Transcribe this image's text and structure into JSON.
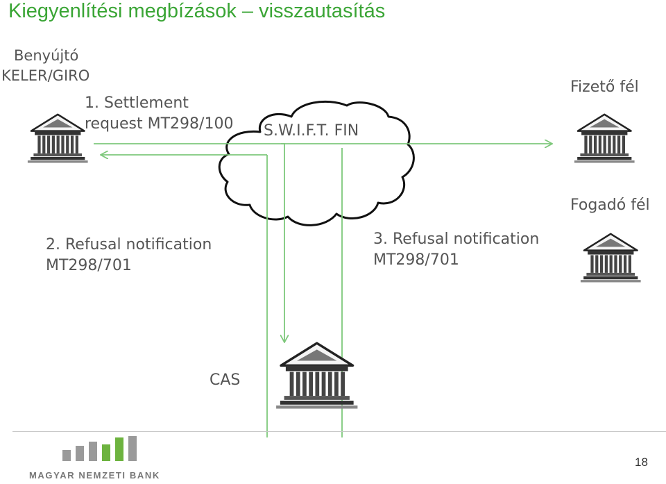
{
  "title": "Kiegyenlítési megbízások – visszautasítás",
  "submitter": {
    "line1": "Benyújtó",
    "line2": "KELER/GIRO"
  },
  "step1": {
    "line1": "1. Settlement",
    "line2": "request MT298/100"
  },
  "swift": "S.W.I.F.T. FIN",
  "payer": "Fizető fél",
  "receiver": "Fogadó fél",
  "step2": {
    "line1": "2. Refusal notification",
    "line2": "MT298/701"
  },
  "step3": {
    "line1": "3. Refusal notification",
    "line2": "MT298/701"
  },
  "cas": "CAS",
  "footer": {
    "bank_name": "MAGYAR NEMZETI BANK",
    "page_number": "18"
  },
  "colors": {
    "title": "#3aa535",
    "arrows": "#7ec87b",
    "logo_green": "#6db33f",
    "logo_gray": "#9a9a9a",
    "text": "#555555"
  },
  "icons": [
    "bank-building-icon",
    "cloud-icon",
    "mnb-logo-bars-icon"
  ]
}
